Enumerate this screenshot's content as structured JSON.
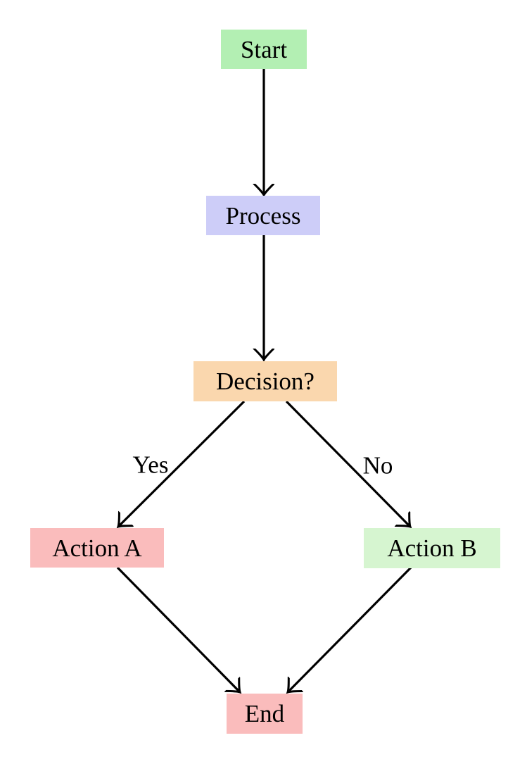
{
  "diagram": {
    "type": "flowchart",
    "background": "#FFFFFF",
    "edge_stroke": "#000000",
    "text_color": "#000000",
    "nodes": [
      {
        "id": "start",
        "label": "Start",
        "shape": "rectangle",
        "fill": "#B3EFB3"
      },
      {
        "id": "process",
        "label": "Process",
        "shape": "rectangle",
        "fill": "#CDCDF8"
      },
      {
        "id": "decision",
        "label": "Decision?",
        "shape": "rectangle",
        "fill": "#FAD7AE"
      },
      {
        "id": "action_a",
        "label": "Action A",
        "shape": "rectangle",
        "fill": "#FABCBC"
      },
      {
        "id": "action_b",
        "label": "Action B",
        "shape": "rectangle",
        "fill": "#D6F5D0"
      },
      {
        "id": "end",
        "label": "End",
        "shape": "rectangle",
        "fill": "#FABCBC"
      }
    ],
    "edges": [
      {
        "from": "start",
        "to": "process",
        "label": ""
      },
      {
        "from": "process",
        "to": "decision",
        "label": ""
      },
      {
        "from": "decision",
        "to": "action_a",
        "label": "Yes"
      },
      {
        "from": "decision",
        "to": "action_b",
        "label": "No"
      },
      {
        "from": "action_a",
        "to": "end",
        "label": ""
      },
      {
        "from": "action_b",
        "to": "end",
        "label": ""
      }
    ]
  }
}
